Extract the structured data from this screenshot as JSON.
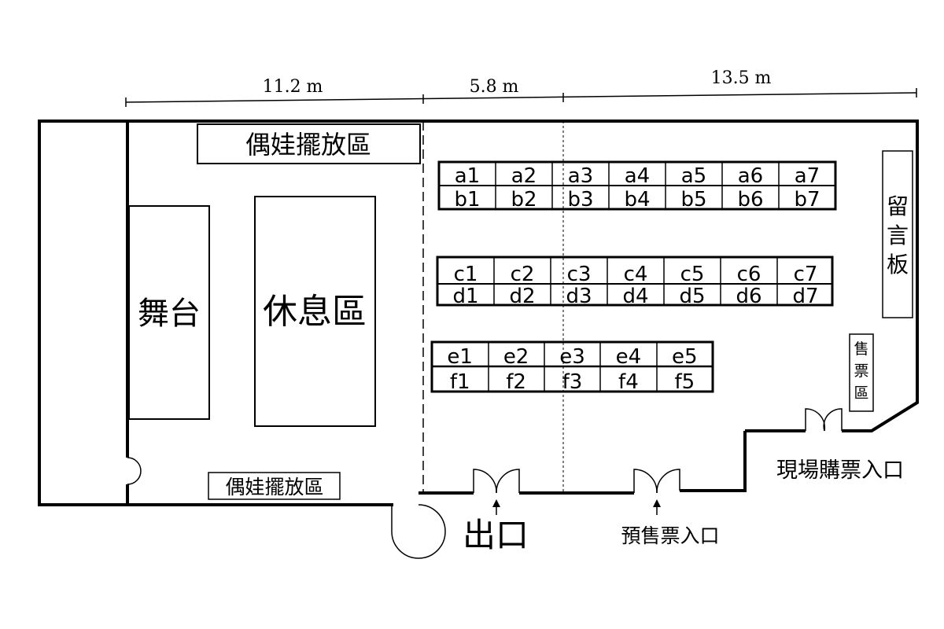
{
  "dimensions": [
    "11.2 m",
    "5.8 m",
    "13.5 m"
  ],
  "areas": {
    "doll_top": "偶娃擺放區",
    "doll_bottom": "偶娃擺放區",
    "stage": "舞台",
    "rest": "休息區",
    "message_board": [
      "留",
      "言",
      "板"
    ],
    "ticket_booth": [
      "售",
      "票",
      "區"
    ]
  },
  "booths": {
    "row_a": [
      "a1",
      "a2",
      "a3",
      "a4",
      "a5",
      "a6",
      "a7"
    ],
    "row_b": [
      "b1",
      "b2",
      "b3",
      "b4",
      "b5",
      "b6",
      "b7"
    ],
    "row_c": [
      "c1",
      "c2",
      "c3",
      "c4",
      "c5",
      "c6",
      "c7"
    ],
    "row_d": [
      "d1",
      "d2",
      "d3",
      "d4",
      "d5",
      "d6",
      "d7"
    ],
    "row_e": [
      "e1",
      "e2",
      "e3",
      "e4",
      "e5"
    ],
    "row_f": [
      "f1",
      "f2",
      "f3",
      "f4",
      "f5"
    ]
  },
  "entrances": {
    "exit": "出口",
    "presale": "預售票入口",
    "onsite": "現場購票入口"
  }
}
